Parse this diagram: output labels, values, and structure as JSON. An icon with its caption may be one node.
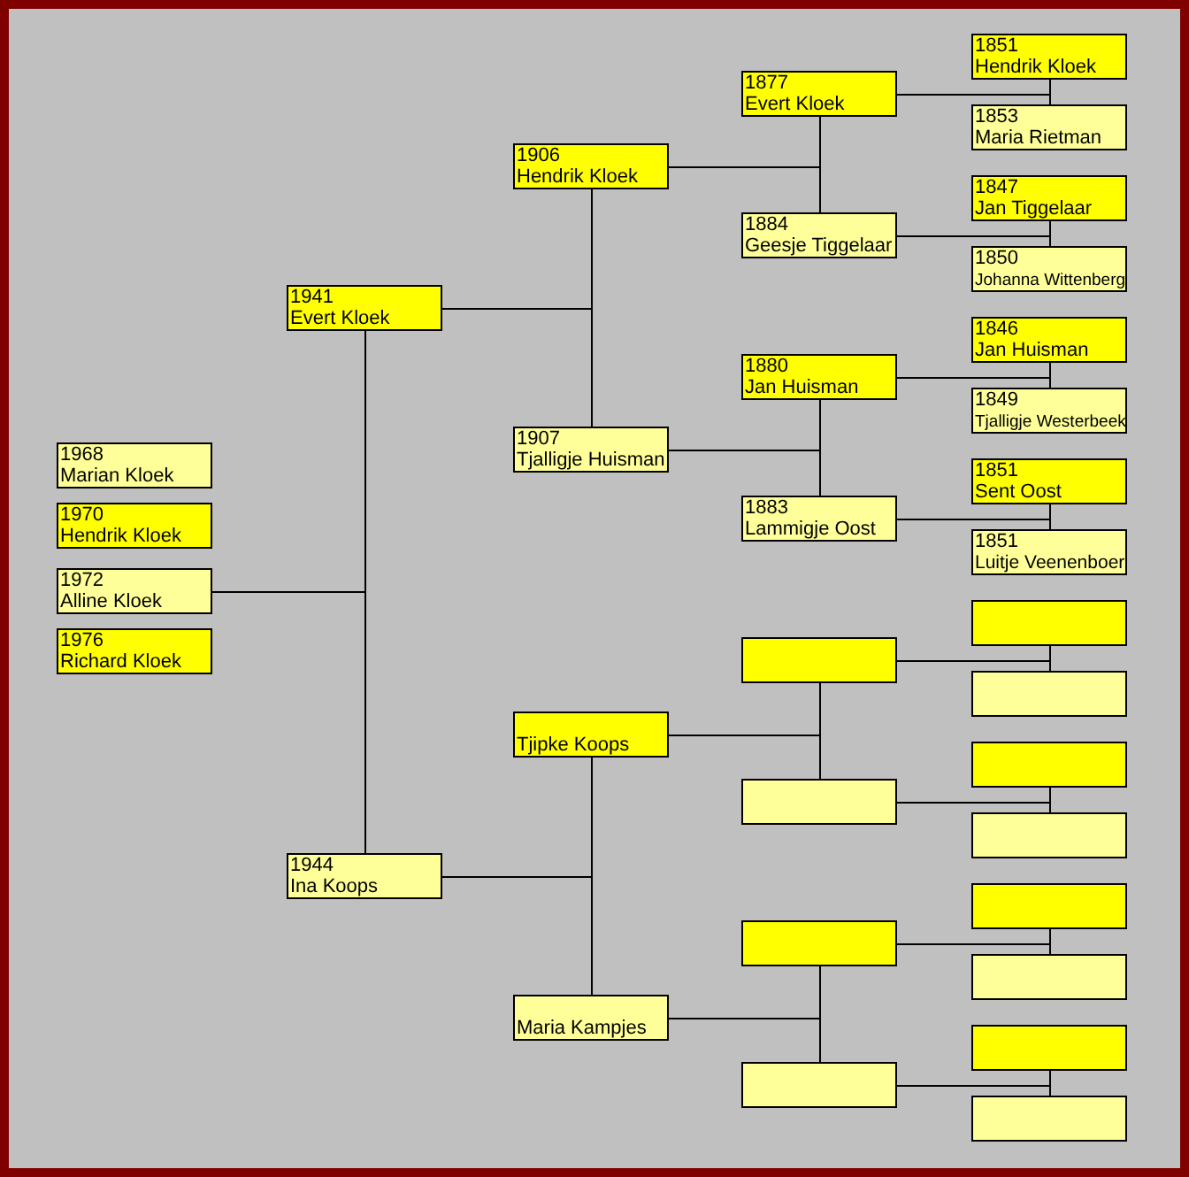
{
  "diagram": {
    "nodes": [
      {
        "text": [
          "1968",
          "Marian Kloek"
        ]
      },
      {
        "text": [
          "1970",
          "Hendrik Kloek"
        ]
      },
      {
        "text": [
          "1972",
          "Alline Kloek"
        ]
      },
      {
        "text": [
          "1976",
          "Richard Kloek"
        ]
      },
      {
        "text": [
          "1941",
          "Evert Kloek"
        ]
      },
      {
        "text": [
          "1944",
          "Ina Koops"
        ]
      },
      {
        "text": [
          "1906",
          "Hendrik Kloek"
        ]
      },
      {
        "text": [
          "1907",
          "Tjalligje Huisman"
        ]
      },
      {
        "text": [
          "Tjipke Koops"
        ]
      },
      {
        "text": [
          "Maria Kampjes"
        ]
      },
      {
        "text": [
          "1877",
          "Evert Kloek"
        ]
      },
      {
        "text": [
          "1884",
          "Geesje Tiggelaar"
        ]
      },
      {
        "text": [
          "1880",
          "Jan Huisman"
        ]
      },
      {
        "text": [
          "1883",
          "Lammigje Oost"
        ]
      },
      {
        "text": [],
        "shape": "box"
      },
      {
        "text": [],
        "shape": "box"
      },
      {
        "text": [],
        "shape": "box"
      },
      {
        "text": [],
        "shape": "box"
      },
      {
        "text": [
          "1851",
          "Hendrik Kloek"
        ]
      },
      {
        "text": [
          "1853",
          "Maria Rietman"
        ]
      },
      {
        "text": [
          "1847",
          "Jan Tiggelaar"
        ]
      },
      {
        "text": [
          "1850",
          "Johanna Wittenberg"
        ]
      },
      {
        "text": [
          "1846",
          "Jan Huisman"
        ]
      },
      {
        "text": [
          "1849",
          "Tjalligje Westerbeek"
        ]
      },
      {
        "text": [
          "1851",
          "Sent Oost"
        ]
      },
      {
        "text": [
          "1851",
          "Luitje Veenenboer"
        ]
      },
      {
        "text": [],
        "shape": "box"
      },
      {
        "text": [],
        "shape": "box"
      },
      {
        "text": [],
        "shape": "box"
      },
      {
        "text": [],
        "shape": "box"
      },
      {
        "text": [],
        "shape": "box"
      },
      {
        "text": [],
        "shape": "box"
      },
      {
        "text": [],
        "shape": "box"
      },
      {
        "text": [],
        "shape": "box"
      }
    ],
    "edges": [
      {
        "from": 2,
        "to": 4,
        "arrow": "none"
      },
      {
        "from": 2,
        "to": 5,
        "arrow": "none"
      },
      {
        "from": 4,
        "to": 6,
        "arrow": "none"
      },
      {
        "from": 4,
        "to": 7,
        "arrow": "none"
      },
      {
        "from": 5,
        "to": 8,
        "arrow": "none"
      },
      {
        "from": 5,
        "to": 9,
        "arrow": "none"
      },
      {
        "from": 6,
        "to": 10,
        "arrow": "none"
      },
      {
        "from": 6,
        "to": 11,
        "arrow": "none"
      },
      {
        "from": 7,
        "to": 12,
        "arrow": "none"
      },
      {
        "from": 7,
        "to": 13,
        "arrow": "none"
      },
      {
        "from": 8,
        "to": 14,
        "arrow": "none"
      },
      {
        "from": 8,
        "to": 15,
        "arrow": "none"
      },
      {
        "from": 9,
        "to": 16,
        "arrow": "none"
      },
      {
        "from": 9,
        "to": 17,
        "arrow": "none"
      },
      {
        "from": 10,
        "to": 18,
        "arrow": "none"
      },
      {
        "from": 10,
        "to": 19,
        "arrow": "none"
      },
      {
        "from": 11,
        "to": 20,
        "arrow": "none"
      },
      {
        "from": 11,
        "to": 21,
        "arrow": "none"
      },
      {
        "from": 12,
        "to": 22,
        "arrow": "none"
      },
      {
        "from": 12,
        "to": 23,
        "arrow": "none"
      },
      {
        "from": 13,
        "to": 24,
        "arrow": "none"
      },
      {
        "from": 13,
        "to": 25,
        "arrow": "none"
      },
      {
        "from": 14,
        "to": 26,
        "arrow": "none"
      },
      {
        "from": 14,
        "to": 27,
        "arrow": "none"
      },
      {
        "from": 15,
        "to": 28,
        "arrow": "none"
      },
      {
        "from": 15,
        "to": 29,
        "arrow": "none"
      },
      {
        "from": 16,
        "to": 30,
        "arrow": "none"
      },
      {
        "from": 16,
        "to": 31,
        "arrow": "none"
      },
      {
        "from": 17,
        "to": 32,
        "arrow": "none"
      },
      {
        "from": 17,
        "to": 33,
        "arrow": "none"
      }
    ]
  }
}
